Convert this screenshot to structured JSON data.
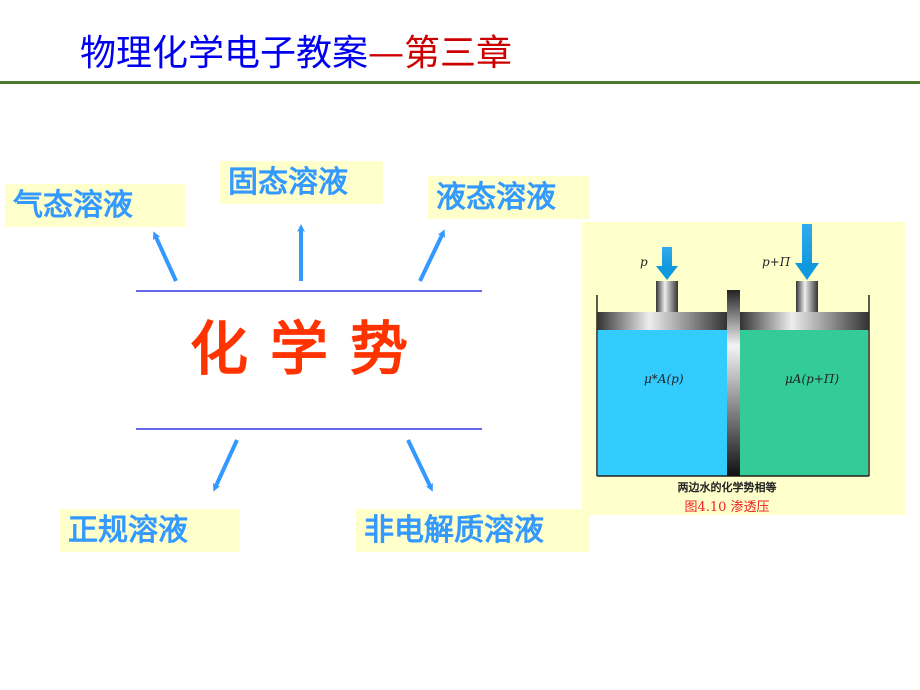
{
  "header": {
    "title_main": "物理化学电子教案",
    "title_sep": "—",
    "title_chapter": "第三章"
  },
  "diagram": {
    "center_label": "化学势",
    "top_labels": [
      "气态溶液",
      "固态溶液",
      "液态溶液"
    ],
    "bottom_labels": [
      "正规溶液",
      "非电解质溶液"
    ],
    "colors": {
      "label_text": "#3399ff",
      "label_bg": "#ffffcc",
      "center_text": "#ff3300",
      "divider_line": "#3333dd",
      "arrow": "#3399ff"
    }
  },
  "figure": {
    "left_pressure": "p",
    "right_pressure": "p+Π",
    "left_potential": "μ*A(p)",
    "right_potential": "μA(p+Π)",
    "caption": "两边水的化学势相等",
    "figure_label": "图4.10   渗透压",
    "colors": {
      "left_fluid": "#33ccff",
      "right_fluid": "#33cc99",
      "background": "#ffffcc"
    }
  }
}
